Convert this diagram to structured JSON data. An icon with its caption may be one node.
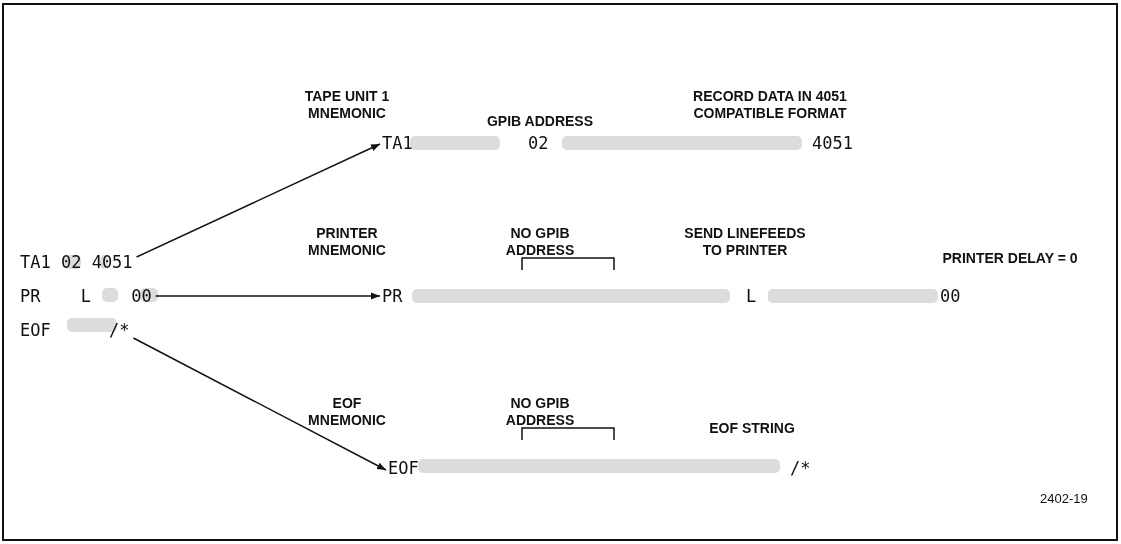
{
  "diagram": {
    "nodes": [
      {
        "text": [
          "TA1 02 4051"
        ]
      },
      {
        "text": [
          "PR L 00"
        ]
      },
      {
        "text": [
          "EOF /*"
        ]
      },
      {
        "text": [
          "TA1"
        ]
      },
      {
        "text": [
          "PR"
        ]
      },
      {
        "text": [
          "EOF"
        ]
      }
    ],
    "edges": [
      {
        "from": 0,
        "to": 3,
        "arrow": "to"
      },
      {
        "from": 1,
        "to": 4,
        "arrow": "to"
      },
      {
        "from": 2,
        "to": 5,
        "arrow": "to"
      }
    ],
    "labels": [
      "TAPE UNIT 1 MNEMONIC",
      "GPIB ADDRESS",
      "RECORD DATA IN 4051 COMPATIBLE FORMAT",
      "02",
      "4051",
      "PRINTER MNEMONIC",
      "NO GPIB ADDRESS",
      "SEND LINEFEEDS TO PRINTER",
      "PRINTER DELAY = 0",
      "L",
      "00",
      "EOF MNEMONIC",
      "NO GPIB ADDRESS",
      "EOF STRING",
      "/*",
      "2402-19"
    ]
  }
}
